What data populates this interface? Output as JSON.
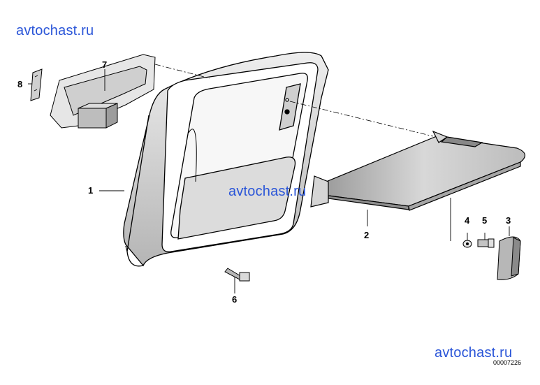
{
  "watermarks": [
    "avtochast.ru",
    "avtochast.ru",
    "avtochast.ru"
  ],
  "callouts": {
    "p1": "1",
    "p2": "2",
    "p3": "3",
    "p4": "4",
    "p5": "5",
    "p6": "6",
    "p7": "7",
    "p8": "8"
  },
  "diagram_code": "00007226",
  "colors": {
    "watermark": "#2a55d8",
    "line": "#000000",
    "shade": "#c8c8c8"
  }
}
